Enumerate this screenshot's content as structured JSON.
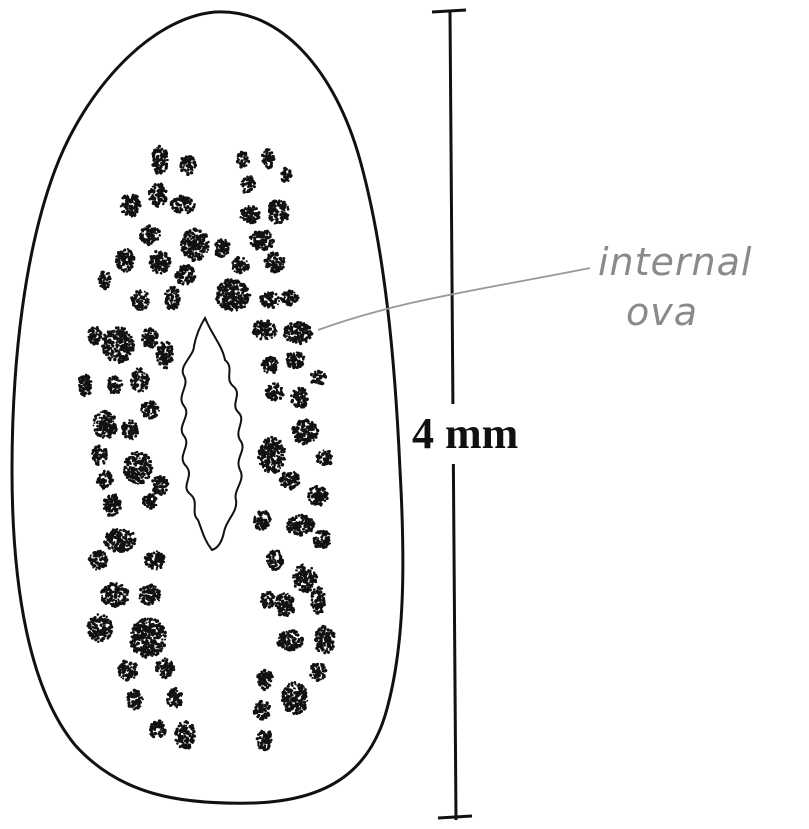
{
  "diagram": {
    "scale_bar": {
      "label": "4 mm"
    },
    "annotation": {
      "line1": "internal",
      "line2": "ova"
    },
    "colors": {
      "ink": "#111111",
      "annotation": "#8a8a8a",
      "background": "#ffffff"
    }
  }
}
